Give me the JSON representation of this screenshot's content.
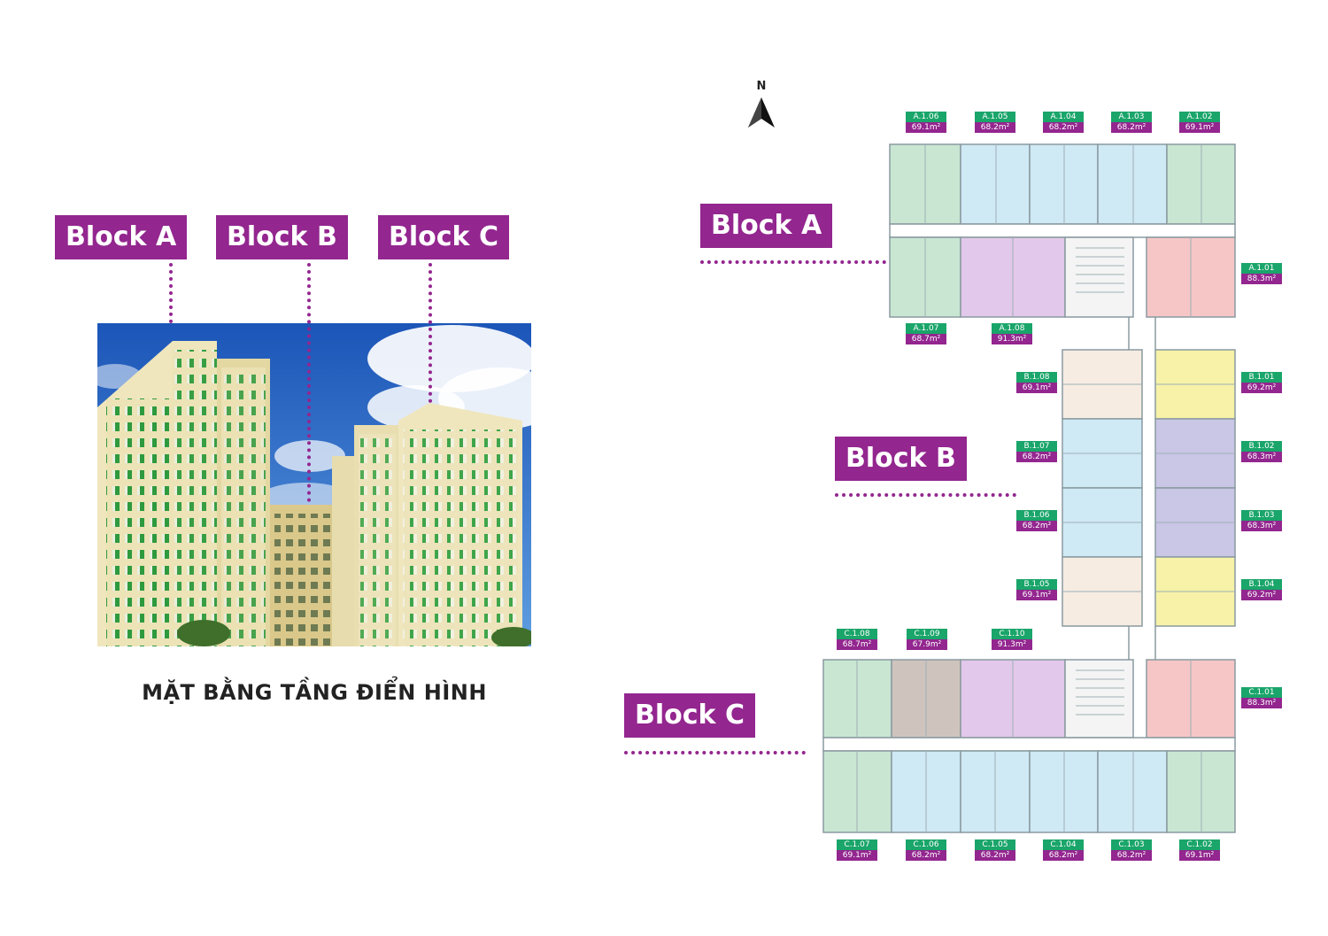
{
  "left": {
    "labels": [
      "Block A",
      "Block B",
      "Block C"
    ],
    "caption": "MẶT BẰNG TẦNG ĐIỂN HÌNH"
  },
  "compass": {
    "letter": "N"
  },
  "plan_labels": {
    "a": "Block A",
    "b": "Block B",
    "c": "Block C"
  },
  "units": [
    {
      "code": "A.1.06",
      "area": "69.1m²"
    },
    {
      "code": "A.1.05",
      "area": "68.2m²"
    },
    {
      "code": "A.1.04",
      "area": "68.2m²"
    },
    {
      "code": "A.1.03",
      "area": "68.2m²"
    },
    {
      "code": "A.1.02",
      "area": "69.1m²"
    },
    {
      "code": "A.1.01",
      "area": "88.3m²"
    },
    {
      "code": "A.1.07",
      "area": "68.7m²"
    },
    {
      "code": "A.1.08",
      "area": "91.3m²"
    },
    {
      "code": "B.1.08",
      "area": "69.1m²"
    },
    {
      "code": "B.1.07",
      "area": "68.2m²"
    },
    {
      "code": "B.1.06",
      "area": "68.2m²"
    },
    {
      "code": "B.1.05",
      "area": "69.1m²"
    },
    {
      "code": "B.1.01",
      "area": "69.2m²"
    },
    {
      "code": "B.1.02",
      "area": "68.3m²"
    },
    {
      "code": "B.1.03",
      "area": "68.3m²"
    },
    {
      "code": "B.1.04",
      "area": "69.2m²"
    },
    {
      "code": "C.1.08",
      "area": "68.7m²"
    },
    {
      "code": "C.1.09",
      "area": "67.9m²"
    },
    {
      "code": "C.1.10",
      "area": "91.3m²"
    },
    {
      "code": "C.1.01",
      "area": "88.3m²"
    },
    {
      "code": "C.1.07",
      "area": "69.1m²"
    },
    {
      "code": "C.1.06",
      "area": "68.2m²"
    },
    {
      "code": "C.1.05",
      "area": "68.2m²"
    },
    {
      "code": "C.1.04",
      "area": "68.2m²"
    },
    {
      "code": "C.1.03",
      "area": "68.2m²"
    },
    {
      "code": "C.1.02",
      "area": "69.1m²"
    }
  ],
  "colors": {
    "brand_purple": "#93268f",
    "tag_green": "#1aa56a",
    "unit_green": "#c9e6d3",
    "unit_blue": "#cfe9f5",
    "unit_pink": "#f6c6c6",
    "unit_lilac": "#e2c8ea",
    "unit_yellow": "#f7f2a8",
    "unit_cream": "#f6ece2",
    "unit_violet": "#c9c6e6",
    "unit_taupe": "#cfc4bd"
  }
}
